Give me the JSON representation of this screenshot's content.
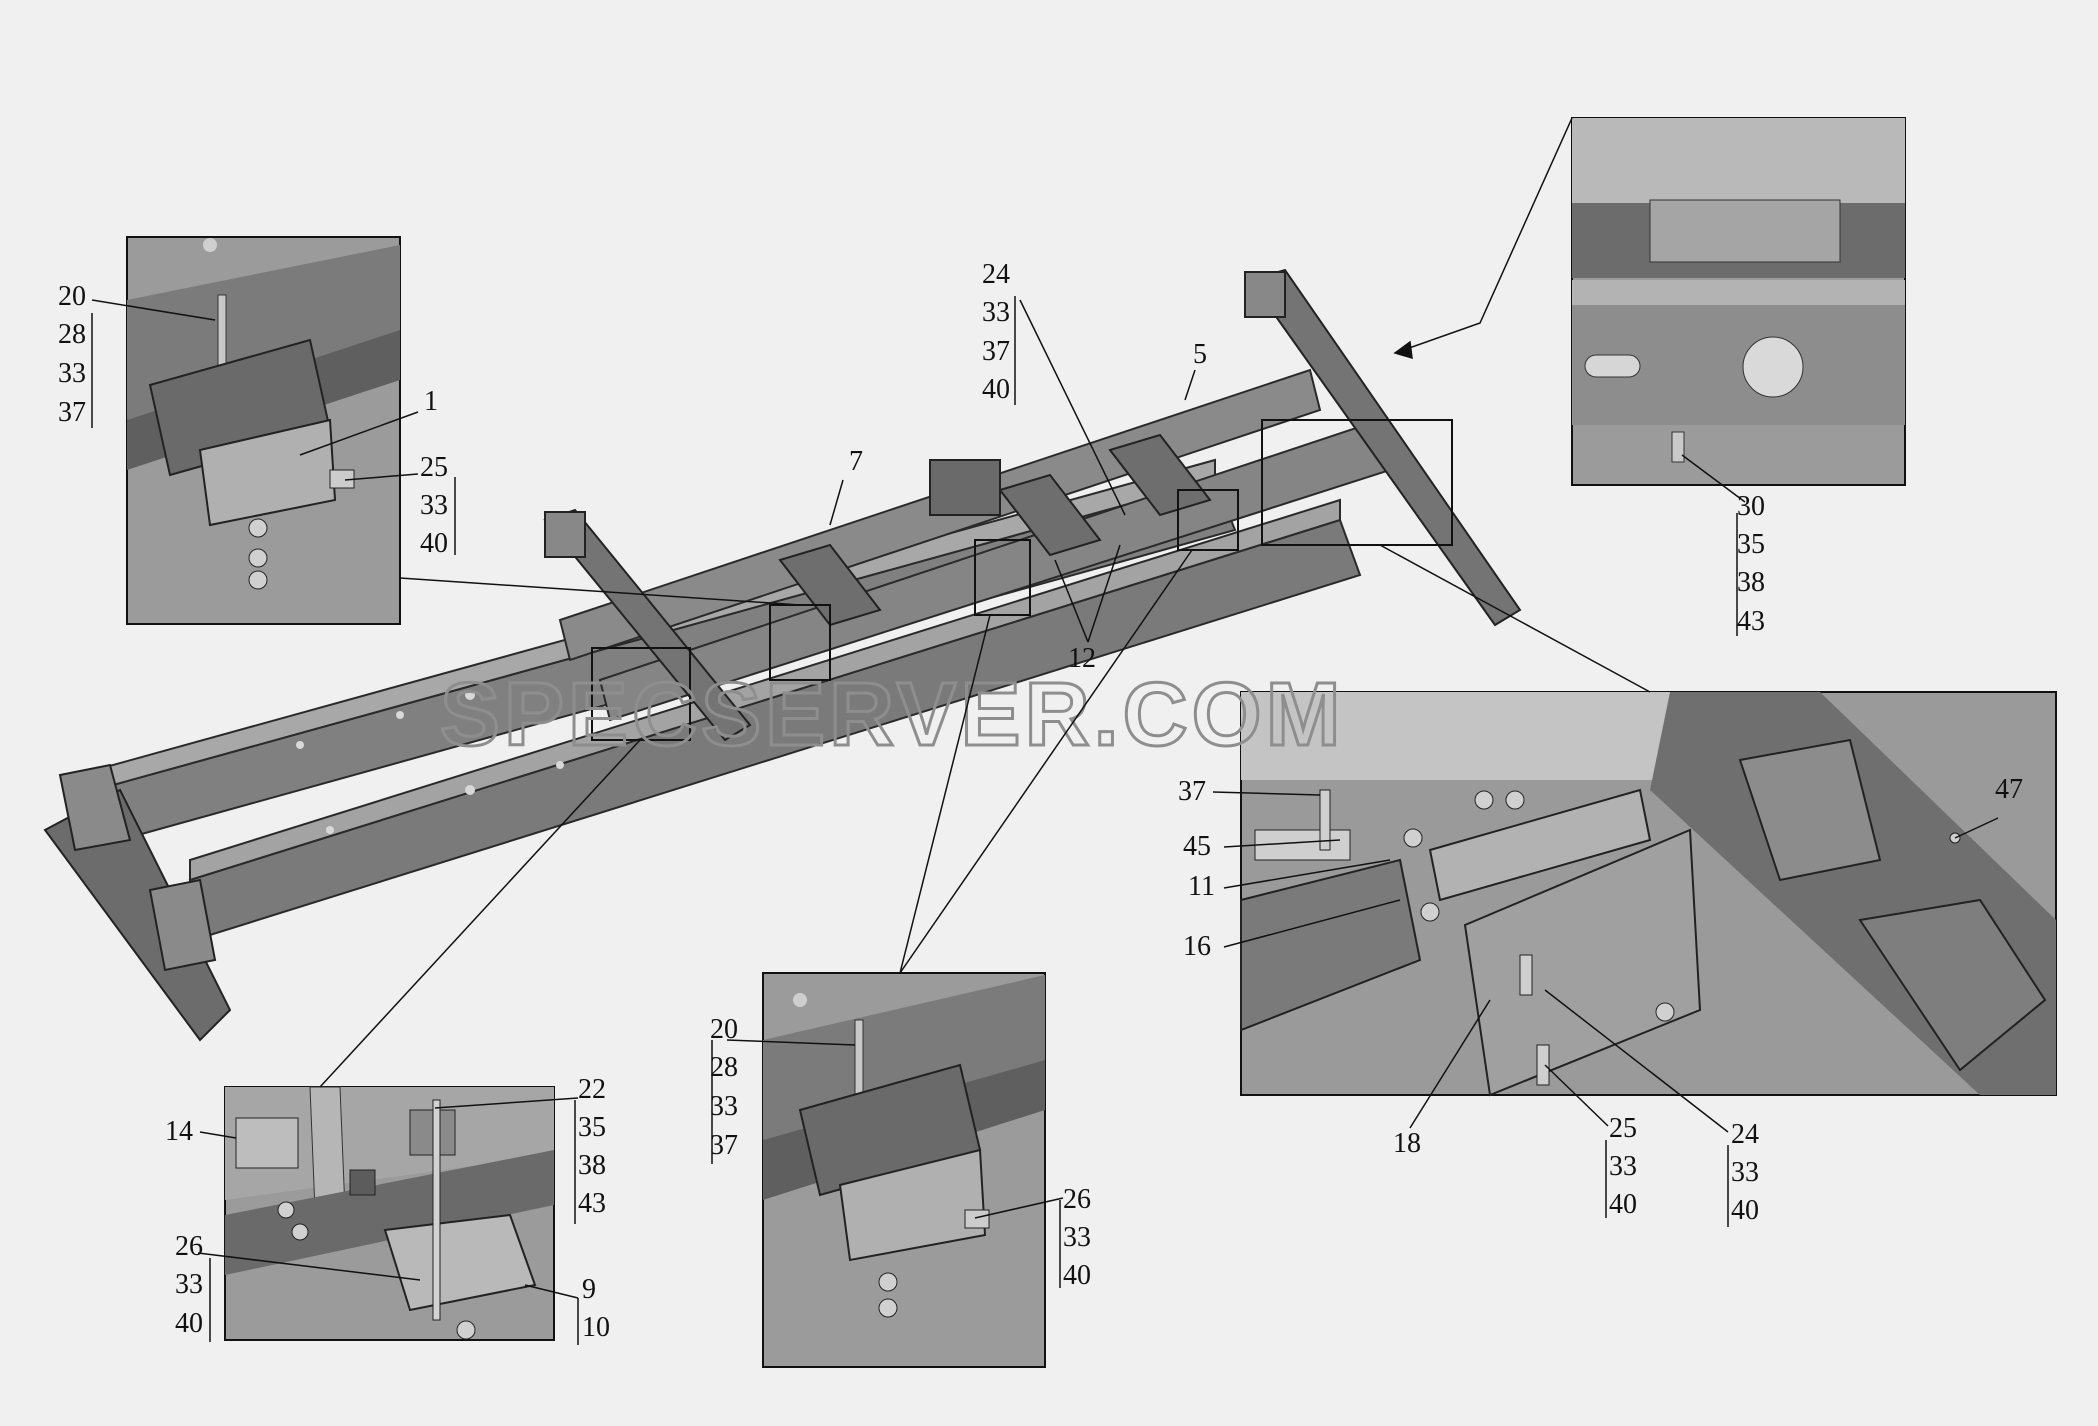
{
  "watermark": "SPECSERVER.COM",
  "callouts": {
    "a20": "20",
    "a28": "28",
    "a33": "33",
    "a37": "37",
    "a1": "1",
    "a25": "25",
    "a33b": "33",
    "a40": "40",
    "t24": "24",
    "t33": "33",
    "t37": "37",
    "t40": "40",
    "m5": "5",
    "m7": "7",
    "m12": "12",
    "b30": "30",
    "b35": "35",
    "b38": "38",
    "b43": "43",
    "c37": "37",
    "c45": "45",
    "c11": "11",
    "c16": "16",
    "c47": "47",
    "c18": "18",
    "c25": "25",
    "c33": "33",
    "c40": "40",
    "c24": "24",
    "c33b": "33",
    "c40b": "40",
    "d20": "20",
    "d28": "28",
    "d33": "33",
    "d37": "37",
    "d26": "26",
    "d33b": "33",
    "d40": "40",
    "e14": "14",
    "e22": "22",
    "e35": "35",
    "e38": "38",
    "e43": "43",
    "e26": "26",
    "e33": "33",
    "e40": "40",
    "e9": "9",
    "e10": "10"
  },
  "colors": {
    "background": "#f0f0f0",
    "frame": "#7d7d7d",
    "frame_dark": "#5e5e5e",
    "frame_light": "#a4a4a4",
    "inset_bg": "#9a9a9a",
    "line": "#111111"
  }
}
